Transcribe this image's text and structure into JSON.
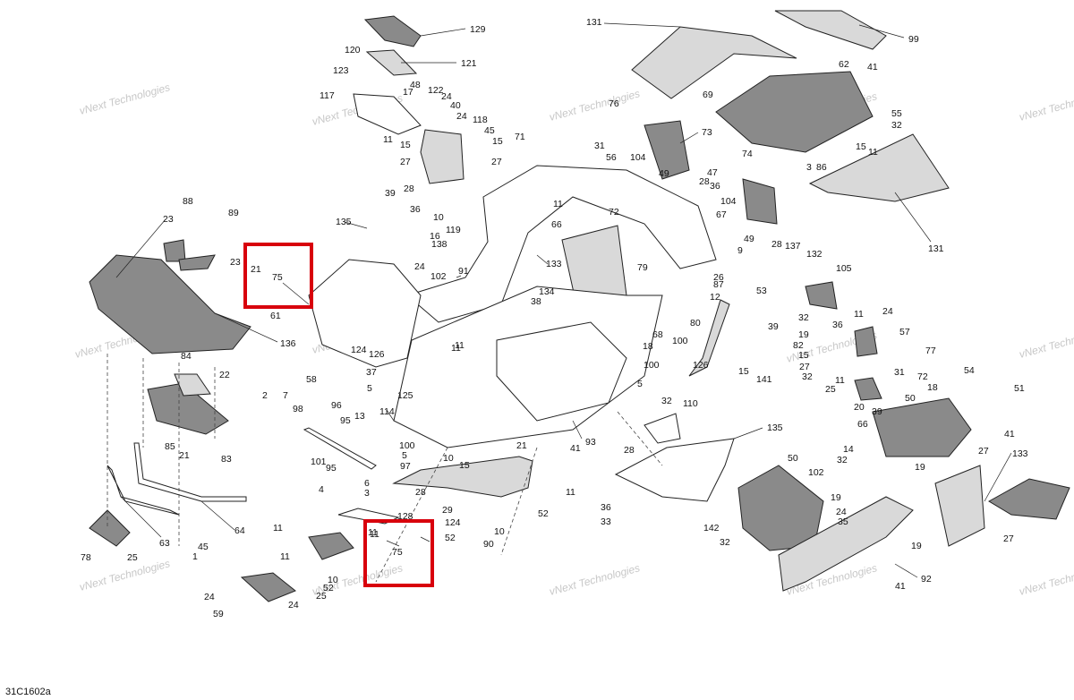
{
  "diagram_code": "31C1602a",
  "watermark_text": "vNext Technologies",
  "highlight_color": "#d8000c",
  "highlight_boxes": [
    {
      "labels": [
        "21",
        "75"
      ]
    },
    {
      "labels": [
        "11",
        "75"
      ]
    }
  ],
  "callouts": [
    {
      "id": "c1",
      "text": "129"
    },
    {
      "id": "c2",
      "text": "120"
    },
    {
      "id": "c3",
      "text": "121"
    },
    {
      "id": "c4",
      "text": "123"
    },
    {
      "id": "c5",
      "text": "48"
    },
    {
      "id": "c6",
      "text": "17"
    },
    {
      "id": "c7",
      "text": "122"
    },
    {
      "id": "c8",
      "text": "117"
    },
    {
      "id": "c9",
      "text": "24"
    },
    {
      "id": "c10",
      "text": "40"
    },
    {
      "id": "c11",
      "text": "24"
    },
    {
      "id": "c12",
      "text": "118"
    },
    {
      "id": "c13",
      "text": "45"
    },
    {
      "id": "c14",
      "text": "15"
    },
    {
      "id": "c15",
      "text": "11"
    },
    {
      "id": "c16",
      "text": "15"
    },
    {
      "id": "c17",
      "text": "27"
    },
    {
      "id": "c18",
      "text": "27"
    },
    {
      "id": "c19",
      "text": "131"
    },
    {
      "id": "c20",
      "text": "99"
    },
    {
      "id": "c21",
      "text": "62"
    },
    {
      "id": "c22",
      "text": "41"
    },
    {
      "id": "c23",
      "text": "69"
    },
    {
      "id": "c24",
      "text": "76"
    },
    {
      "id": "c25",
      "text": "73"
    },
    {
      "id": "c26",
      "text": "71"
    },
    {
      "id": "c27",
      "text": "31"
    },
    {
      "id": "c28",
      "text": "55"
    },
    {
      "id": "c29",
      "text": "32"
    },
    {
      "id": "c30",
      "text": "15"
    },
    {
      "id": "c31",
      "text": "11"
    },
    {
      "id": "c32",
      "text": "3"
    },
    {
      "id": "c33",
      "text": "86"
    },
    {
      "id": "c34",
      "text": "56"
    },
    {
      "id": "c35",
      "text": "104"
    },
    {
      "id": "c36",
      "text": "49"
    },
    {
      "id": "c37",
      "text": "47"
    },
    {
      "id": "c38",
      "text": "28"
    },
    {
      "id": "c39",
      "text": "36"
    },
    {
      "id": "c40",
      "text": "104"
    },
    {
      "id": "c41",
      "text": "67"
    },
    {
      "id": "c42",
      "text": "49"
    },
    {
      "id": "c43",
      "text": "74"
    },
    {
      "id": "c44",
      "text": "131"
    },
    {
      "id": "c45",
      "text": "28"
    },
    {
      "id": "c46",
      "text": "137"
    },
    {
      "id": "c47",
      "text": "132"
    },
    {
      "id": "c48",
      "text": "9"
    },
    {
      "id": "c49",
      "text": "26"
    },
    {
      "id": "c50",
      "text": "87"
    },
    {
      "id": "c51",
      "text": "12"
    },
    {
      "id": "c52",
      "text": "53"
    },
    {
      "id": "c53",
      "text": "105"
    },
    {
      "id": "c54",
      "text": "11"
    },
    {
      "id": "c55",
      "text": "72"
    },
    {
      "id": "c56",
      "text": "66"
    },
    {
      "id": "c57",
      "text": "88"
    },
    {
      "id": "c58",
      "text": "89"
    },
    {
      "id": "c59",
      "text": "23"
    },
    {
      "id": "c60",
      "text": "23"
    },
    {
      "id": "c61",
      "text": "135"
    },
    {
      "id": "c62",
      "text": "24"
    },
    {
      "id": "c63",
      "text": "102"
    },
    {
      "id": "c64",
      "text": "91"
    },
    {
      "id": "c65",
      "text": "133"
    },
    {
      "id": "c66",
      "text": "134"
    },
    {
      "id": "c67",
      "text": "79"
    },
    {
      "id": "c68",
      "text": "39"
    },
    {
      "id": "c69",
      "text": "28"
    },
    {
      "id": "c70",
      "text": "36"
    },
    {
      "id": "c71",
      "text": "10"
    },
    {
      "id": "c72",
      "text": "16"
    },
    {
      "id": "c73",
      "text": "138"
    },
    {
      "id": "c74",
      "text": "119"
    },
    {
      "id": "c75",
      "text": "61"
    },
    {
      "id": "c76",
      "text": "136"
    },
    {
      "id": "c77",
      "text": "124"
    },
    {
      "id": "c78",
      "text": "126"
    },
    {
      "id": "c79",
      "text": "11"
    },
    {
      "id": "c80",
      "text": "58"
    },
    {
      "id": "c81",
      "text": "38"
    },
    {
      "id": "c82",
      "text": "68"
    },
    {
      "id": "c83",
      "text": "18"
    },
    {
      "id": "c84",
      "text": "80"
    },
    {
      "id": "c85",
      "text": "100"
    },
    {
      "id": "c86",
      "text": "100"
    },
    {
      "id": "c87",
      "text": "126"
    },
    {
      "id": "c88",
      "text": "15"
    },
    {
      "id": "c89",
      "text": "141"
    },
    {
      "id": "c90",
      "text": "39"
    },
    {
      "id": "c91",
      "text": "32"
    },
    {
      "id": "c92",
      "text": "36"
    },
    {
      "id": "c93",
      "text": "11"
    },
    {
      "id": "c94",
      "text": "24"
    },
    {
      "id": "c95",
      "text": "57"
    },
    {
      "id": "c96",
      "text": "19"
    },
    {
      "id": "c97",
      "text": "82"
    },
    {
      "id": "c98",
      "text": "15"
    },
    {
      "id": "c99",
      "text": "27"
    },
    {
      "id": "c100",
      "text": "32"
    },
    {
      "id": "c101",
      "text": "77"
    },
    {
      "id": "c102",
      "text": "31"
    },
    {
      "id": "c103",
      "text": "72"
    },
    {
      "id": "c104",
      "text": "11"
    },
    {
      "id": "c105",
      "text": "25"
    },
    {
      "id": "c106",
      "text": "50"
    },
    {
      "id": "c107",
      "text": "20"
    },
    {
      "id": "c108",
      "text": "39"
    },
    {
      "id": "c109",
      "text": "18"
    },
    {
      "id": "c110",
      "text": "54"
    },
    {
      "id": "c111",
      "text": "51"
    },
    {
      "id": "c112",
      "text": "84"
    },
    {
      "id": "c113",
      "text": "22"
    },
    {
      "id": "c114",
      "text": "5"
    },
    {
      "id": "c115",
      "text": "37"
    },
    {
      "id": "c116",
      "text": "125"
    },
    {
      "id": "c117",
      "text": "5"
    },
    {
      "id": "c118",
      "text": "114"
    },
    {
      "id": "c119",
      "text": "2"
    },
    {
      "id": "c120",
      "text": "7"
    },
    {
      "id": "c121",
      "text": "98"
    },
    {
      "id": "c122",
      "text": "96"
    },
    {
      "id": "c123",
      "text": "13"
    },
    {
      "id": "c124",
      "text": "95"
    },
    {
      "id": "c125",
      "text": "32"
    },
    {
      "id": "c126",
      "text": "110"
    },
    {
      "id": "c127",
      "text": "135"
    },
    {
      "id": "c128",
      "text": "66"
    },
    {
      "id": "c129",
      "text": "41"
    },
    {
      "id": "c130",
      "text": "83"
    },
    {
      "id": "c131",
      "text": "85"
    },
    {
      "id": "c132",
      "text": "21"
    },
    {
      "id": "c133",
      "text": "101"
    },
    {
      "id": "c134",
      "text": "95"
    },
    {
      "id": "c135",
      "text": "97"
    },
    {
      "id": "c136",
      "text": "100"
    },
    {
      "id": "c137",
      "text": "5"
    },
    {
      "id": "c138",
      "text": "10"
    },
    {
      "id": "c139",
      "text": "21"
    },
    {
      "id": "c140",
      "text": "15"
    },
    {
      "id": "c141",
      "text": "41"
    },
    {
      "id": "c142",
      "text": "93"
    },
    {
      "id": "c143",
      "text": "28"
    },
    {
      "id": "c144",
      "text": "50"
    },
    {
      "id": "c145",
      "text": "102"
    },
    {
      "id": "c146",
      "text": "14"
    },
    {
      "id": "c147",
      "text": "32"
    },
    {
      "id": "c148",
      "text": "27"
    },
    {
      "id": "c149",
      "text": "19"
    },
    {
      "id": "c150",
      "text": "133"
    },
    {
      "id": "c151",
      "text": "6"
    },
    {
      "id": "c152",
      "text": "3"
    },
    {
      "id": "c153",
      "text": "4"
    },
    {
      "id": "c154",
      "text": "28"
    },
    {
      "id": "c155",
      "text": "11"
    },
    {
      "id": "c156",
      "text": "36"
    },
    {
      "id": "c157",
      "text": "33"
    },
    {
      "id": "c158",
      "text": "19"
    },
    {
      "id": "c159",
      "text": "24"
    },
    {
      "id": "c160",
      "text": "29"
    },
    {
      "id": "c161",
      "text": "128"
    },
    {
      "id": "c162",
      "text": "52"
    },
    {
      "id": "c163",
      "text": "124"
    },
    {
      "id": "c164",
      "text": "52"
    },
    {
      "id": "c165",
      "text": "90"
    },
    {
      "id": "c166",
      "text": "10"
    },
    {
      "id": "c167",
      "text": "142"
    },
    {
      "id": "c168",
      "text": "32"
    },
    {
      "id": "c169",
      "text": "35"
    },
    {
      "id": "c170",
      "text": "19"
    },
    {
      "id": "c171",
      "text": "27"
    },
    {
      "id": "c172",
      "text": "92"
    },
    {
      "id": "c173",
      "text": "41"
    },
    {
      "id": "c174",
      "text": "78"
    },
    {
      "id": "c175",
      "text": "25"
    },
    {
      "id": "c176",
      "text": "63"
    },
    {
      "id": "c177",
      "text": "64"
    },
    {
      "id": "c178",
      "text": "11"
    },
    {
      "id": "c179",
      "text": "45"
    },
    {
      "id": "c180",
      "text": "1"
    },
    {
      "id": "c181",
      "text": "11"
    },
    {
      "id": "c182",
      "text": "10"
    },
    {
      "id": "c183",
      "text": "52"
    },
    {
      "id": "c184",
      "text": "25"
    },
    {
      "id": "c185",
      "text": "24"
    },
    {
      "id": "c186",
      "text": "59"
    },
    {
      "id": "c187",
      "text": "24"
    },
    {
      "id": "c188",
      "text": "11"
    },
    {
      "id": "c189",
      "text": "11"
    },
    {
      "id": "c190",
      "text": "21"
    },
    {
      "id": "c191",
      "text": "75"
    },
    {
      "id": "c192",
      "text": "11"
    },
    {
      "id": "c193",
      "text": "75"
    }
  ]
}
